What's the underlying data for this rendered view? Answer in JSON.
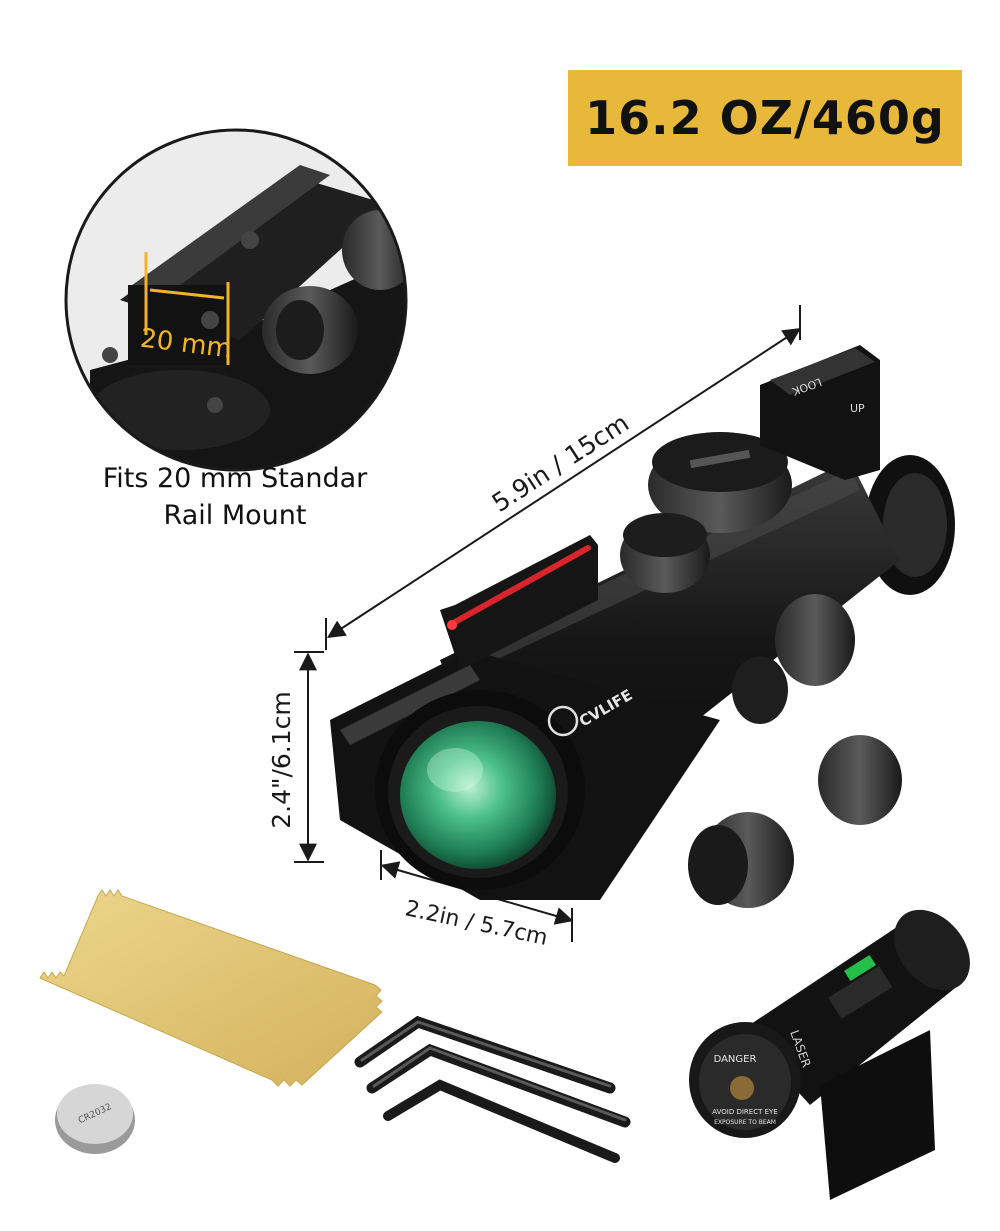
{
  "weight_badge": {
    "text": "16.2 OZ/460g"
  },
  "rail_mount": {
    "width_label": "20 mm",
    "caption_line1": "Fits 20 mm Standar",
    "caption_line2": "Rail Mount"
  },
  "dimensions": {
    "length": "5.9in / 15cm",
    "height": "2.4\"/6.1cm",
    "width": "2.2in / 5.7cm"
  },
  "scope": {
    "brand": "CVLIFE",
    "turret_marks": {
      "look": "LOOK",
      "up": "UP"
    }
  },
  "laser": {
    "danger_label": "DANGER",
    "side_label": "LASER",
    "warning_line1": "AVOID DIRECT EYE",
    "warning_line2": "EXPOSURE TO BEAM"
  },
  "battery": {
    "label": "CR2032"
  },
  "colors": {
    "badge": "#e8b83a",
    "dimension_line": "#1a1a1a",
    "rail_annotation": "#f0b429",
    "lens_green": "#2f9a6a",
    "scope_body": "#141414",
    "cloth": "#e2c773"
  }
}
